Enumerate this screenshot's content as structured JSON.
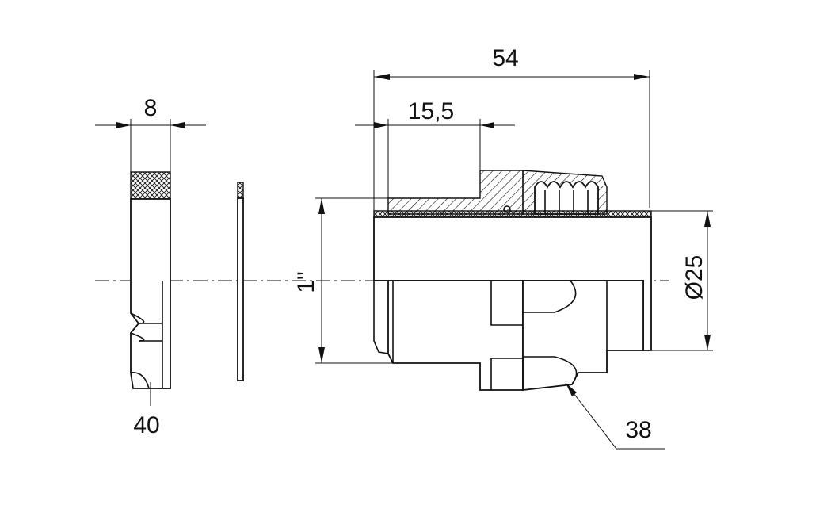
{
  "dimensions": {
    "nut_width": "8",
    "overall_length": "54",
    "thread_length": "15,5",
    "thread_size": "1\"",
    "pipe_diameter": "Ø25"
  },
  "callouts": {
    "nut_size": "40",
    "body_size": "38"
  }
}
